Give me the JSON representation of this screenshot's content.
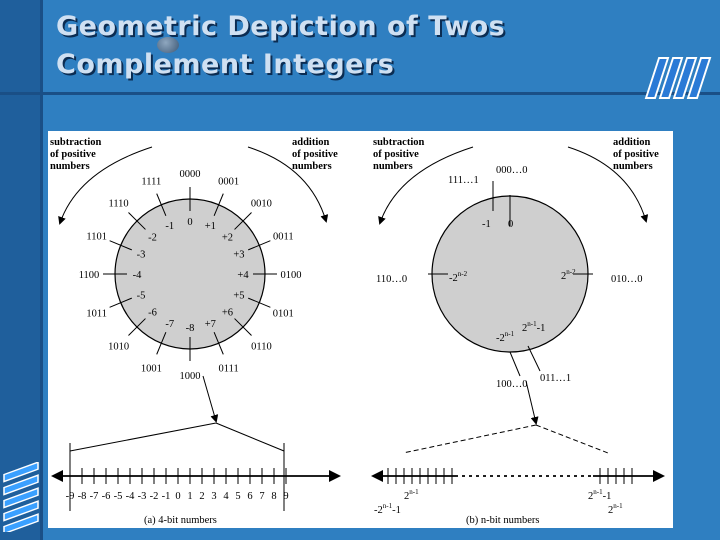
{
  "slide": {
    "title_line1": "Geometric Depiction of Twos",
    "title_line2": "Complement Integers"
  },
  "left": {
    "subtraction_label": [
      "subtraction",
      "of positive",
      "numbers"
    ],
    "addition_label": [
      "addition",
      "of positive",
      "numbers"
    ],
    "ring": [
      {
        "code": "0000",
        "value": "0"
      },
      {
        "code": "0001",
        "value": "+1"
      },
      {
        "code": "0010",
        "value": "+2"
      },
      {
        "code": "0011",
        "value": "+3"
      },
      {
        "code": "0100",
        "value": "+4"
      },
      {
        "code": "0101",
        "value": "+5"
      },
      {
        "code": "0110",
        "value": "+6"
      },
      {
        "code": "0111",
        "value": "+7"
      },
      {
        "code": "1000",
        "value": "-8"
      },
      {
        "code": "1001",
        "value": "-7"
      },
      {
        "code": "1010",
        "value": "-6"
      },
      {
        "code": "1011",
        "value": "-5"
      },
      {
        "code": "1100",
        "value": "-4"
      },
      {
        "code": "1101",
        "value": "-3"
      },
      {
        "code": "1110",
        "value": "-2"
      },
      {
        "code": "1111",
        "value": "-1"
      }
    ],
    "number_line": [
      "-9",
      "-8",
      "-7",
      "-6",
      "-5",
      "-4",
      "-3",
      "-2",
      "-1",
      "0",
      "1",
      "2",
      "3",
      "4",
      "5",
      "6",
      "7",
      "8",
      "9"
    ],
    "caption": "(a) 4-bit numbers"
  },
  "right": {
    "subtraction_label": [
      "subtraction",
      "of positive",
      "numbers"
    ],
    "addition_label": [
      "addition",
      "of positive",
      "numbers"
    ],
    "top_code": "000…0",
    "code_111": "111…1",
    "code_110": "110…0",
    "code_010": "010…0",
    "code_100": "100…0",
    "code_011": "011…1",
    "val_0": "0",
    "val_m1": "-1",
    "val_neg_half_base": "-2",
    "val_neg_half_exp": "n-2",
    "val_pos_half_base": "2",
    "val_pos_half_exp": "n-2",
    "val_max_base": "2",
    "val_max_exp": "n-1",
    "val_max_tail": "-1",
    "val_min_base": "-2",
    "val_min_exp": "n-1",
    "nl_left_top_base": "2",
    "nl_left_top_exp": "n-1",
    "nl_left_bottom": "-2",
    "nl_left_bottom_exp": "n-1",
    "nl_left_bottom_tail": "-1",
    "nl_right_top_base": "2",
    "nl_right_top_exp": "n-1",
    "nl_right_top_tail": "-1",
    "nl_right_bottom_base": "2",
    "nl_right_bottom_exp": "n-1",
    "caption": "(b) n-bit numbers"
  }
}
